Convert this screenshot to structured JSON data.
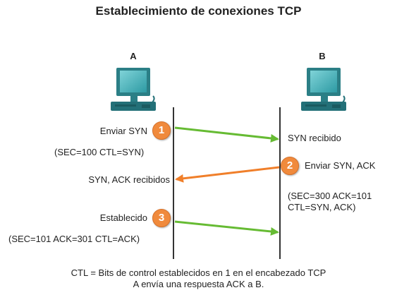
{
  "title": "Establecimiento de conexiones TCP",
  "hosts": {
    "a": {
      "label": "A",
      "icon": "computer-icon"
    },
    "b": {
      "label": "B",
      "icon": "computer-icon"
    }
  },
  "steps": [
    {
      "number": "1",
      "left_label": "Enviar SYN",
      "left_detail": "(SEC=100 CTL=SYN)",
      "right_label": "SYN recibido",
      "direction": "A-to-B",
      "arrow_color": "#66bb33"
    },
    {
      "number": "2",
      "right_label": "Enviar SYN, ACK",
      "right_detail_line1": "(SEC=300 ACK=101",
      "right_detail_line2": "CTL=SYN, ACK)",
      "left_label": "SYN, ACK recibidos",
      "direction": "B-to-A",
      "arrow_color": "#f07f2a"
    },
    {
      "number": "3",
      "left_label": "Establecido",
      "left_detail": "(SEC=101 ACK=301 CTL=ACK)",
      "direction": "A-to-B",
      "arrow_color": "#66bb33"
    }
  ],
  "footer": {
    "line1": "CTL = Bits de control establecidos en 1 en el encabezado TCP",
    "line2": "A envía una respuesta ACK a B."
  },
  "colors": {
    "step_badge": "#f08a3c",
    "timeline": "#333333"
  }
}
